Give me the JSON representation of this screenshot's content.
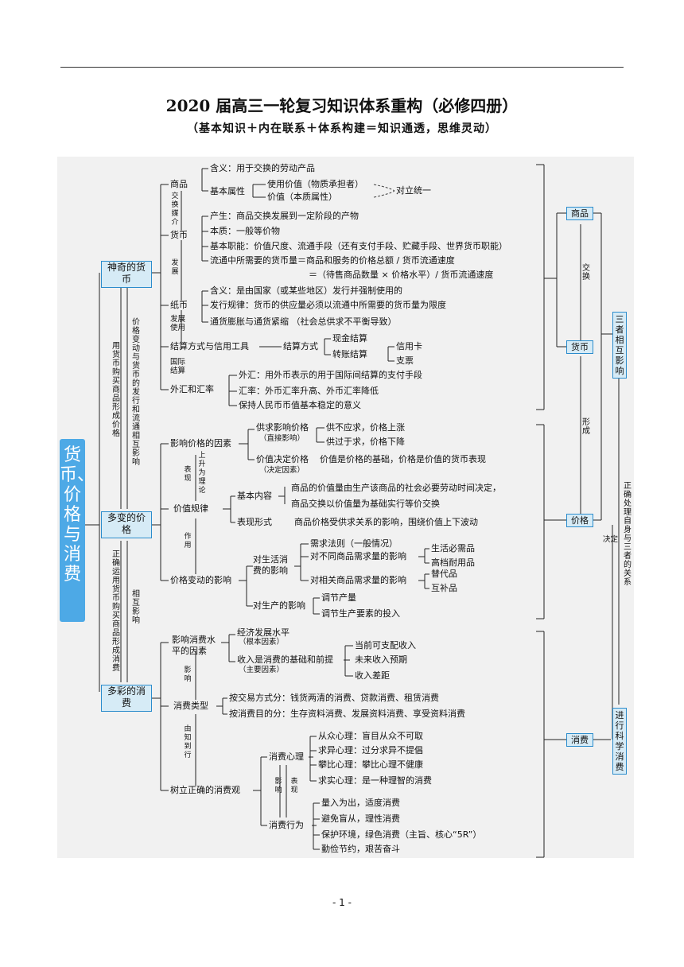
{
  "header": {
    "title": "2020 届高三一轮复习知识体系重构（必修四册）",
    "subtitle": "（基本知识＋内在联系＋体系构建＝知识通透，思维灵动）"
  },
  "central": "货币、价格与消费",
  "section1": {
    "title": "神奇的货币",
    "side_note": "用货币购买商品形成价格",
    "commodity": "商品",
    "commodity_meaning": "含义：用于交换的劳动产品",
    "basic_attr": "基本属性",
    "use_value": "使用价值（物质承担者）",
    "value": "价值（本质属性）",
    "unity": "对立统一",
    "exchange_medium": "交换媒介",
    "money": "货币",
    "money_origin": "产生：商品交换发展到一定阶段的产物",
    "money_essence": "本质：一般等价物",
    "money_functions": "基本职能：价值尺度、流通手段（还有支付手段、贮藏手段、世界货币职能）",
    "money_needed": "流通中所需要的货币量＝商品和服务的价格总额 / 货币流通速度",
    "money_needed2": "＝（待售商品数量 × 价格水平）/ 货币流通速度",
    "develop": "发展",
    "paper_money": "纸币",
    "paper_meaning": "含义：是由国家（或某些地区）发行并强制使用的",
    "paper_rule": "发行规律：货币的供应量必须以流通中所需要的货币量为限度",
    "paper_inflation": "通货膨胀与通货紧缩 （社会总供求不平衡导致）",
    "develop_use": "发展 使用",
    "settlement": "结算方式与信用工具",
    "settlement_method": "结算方式",
    "cash": "现金结算",
    "transfer": "转账结算",
    "credit_card": "信用卡",
    "cheque": "支票",
    "intl_settle": "国际 结算",
    "forex": "外汇和汇率",
    "forex_def": "外汇：用外币表示的用于国际间结算的支付手段",
    "rate": "汇率：外币汇率升高、外币汇率降低",
    "rmb": "保持人民币币值基本稳定的意义",
    "mid_note": "价格变动与货币的发行和流通相互影响"
  },
  "section2": {
    "title": "多变的价格",
    "side_note": "正确运用货币购买商品形成消费",
    "factors": "影响价格的因素",
    "supply_demand": "供求影响价格",
    "direct": "（直接影响）",
    "short_supply": "供不应求，价格上涨",
    "over_supply": "供过于求，价格下降",
    "value_decides": "价值决定价格",
    "decisive": "（决定因素）",
    "value_basis": "价值是价格的基础，价格是价值的货币表现",
    "rise_theory": "上升为理论",
    "manifest": "表现",
    "law_of_value": "价值规律",
    "basic_content": "基本内容",
    "content1": "商品的价值量由生产该商品的社会必要劳动时间决定，",
    "content2": "商品交换以价值量为基础实行等价交换",
    "form": "表现形式",
    "form_text": "商品价格受供求关系的影响，围绕价值上下波动",
    "effect": "作用",
    "price_change_effect": "价格变动的影响",
    "life_effect": "对生活消费的影响",
    "demand_law": "需求法则（一般情况）",
    "different_demand": "对不同商品需求量的影响",
    "necessities": "生活必需品",
    "durables": "高档耐用品",
    "related_demand": "对相关商品需求量的影响",
    "substitute": "替代品",
    "complement": "互补品",
    "production_effect": "对生产的影响",
    "adjust_output": "调节产量",
    "adjust_input": "调节生产要素的投入",
    "mutual": "相互影响"
  },
  "section3": {
    "title": "多彩的消费",
    "level_factors": "影响消费水平的因素",
    "economy": "经济发展水平",
    "fundamental": "（根本因素）",
    "income": "收入是消费的基础和前提",
    "main_factor": "（主要因素）",
    "current_income": "当前可支配收入",
    "future_income": "未来收入预期",
    "income_gap": "收入差距",
    "influence": "影响",
    "types": "消费类型",
    "by_transaction": "按交易方式分：钱货两清的消费、贷款消费、租赁消费",
    "by_purpose": "按消费目的分：生存资料消费、发展资料消费、享受资料消费",
    "know_to_act": "由知到行",
    "psychology": "消费心理",
    "herd": "从众心理：盲目从众不可取",
    "different": "求异心理：过分求异不提倡",
    "compare": "攀比心理：攀比心理不健康",
    "practical": "求实心理：是一种理智的消费",
    "influence2": "影响",
    "manifest2": "表现",
    "correct_view": "树立正确的消费观",
    "behavior": "消费行为",
    "b1": "量入为出，适度消费",
    "b2": "避免盲从，理性消费",
    "b3": "保护环境，绿色消费（主旨、核心“5R”）",
    "b4": "勤俭节约，艰苦奋斗"
  },
  "right": {
    "commodity": "商品",
    "exchange": "交换",
    "money": "货币",
    "formation": "形成",
    "price": "价格",
    "decide": "决定",
    "consume": "消费",
    "mutual": "三者相互影响",
    "correct": "正确处理自身与三者的关系",
    "scientific": "进行科学消费"
  },
  "page": "- 1 -"
}
